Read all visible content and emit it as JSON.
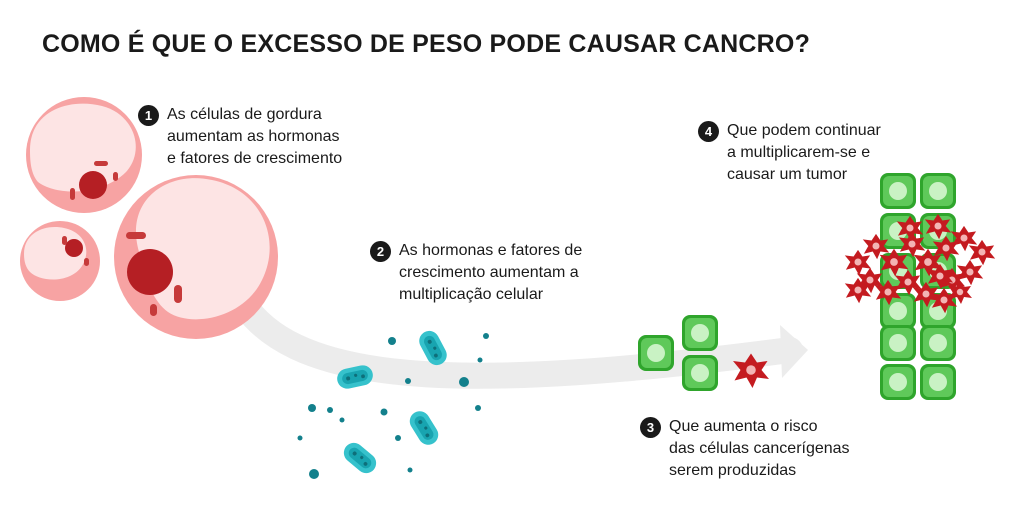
{
  "title": "COMO É QUE O EXCESSO DE PESO PODE CAUSAR CANCRO?",
  "steps": [
    {
      "number": "1",
      "lines": [
        "As células de gordura",
        "aumentam as hormonas",
        "e fatores de crescimento"
      ]
    },
    {
      "number": "2",
      "lines": [
        "As hormonas e fatores de",
        "crescimento aumentam a",
        "multiplicação celular"
      ]
    },
    {
      "number": "3",
      "lines": [
        "Que aumenta o risco",
        "das células cancerígenas",
        "serem produzidas"
      ]
    },
    {
      "number": "4",
      "lines": [
        "Que podem continuar",
        "a multiplicarem-se e",
        "causar um tumor"
      ]
    }
  ],
  "colors": {
    "fat_cell": "#f7a3a3",
    "fat_cell_inner": "#fde4e4",
    "nucleus": "#b51f24",
    "hormone": "#36c2cc",
    "hormone_dark": "#13808c",
    "normal_cell": "#2fa52c",
    "normal_cell_inner": "#c9f2c4",
    "cancer_cell": "#c41b20",
    "arrow": "#ececec"
  },
  "icons": [
    "fat-cell-icon",
    "hormone-icon",
    "normal-cell-icon",
    "cancer-cell-icon",
    "arrow-icon"
  ]
}
